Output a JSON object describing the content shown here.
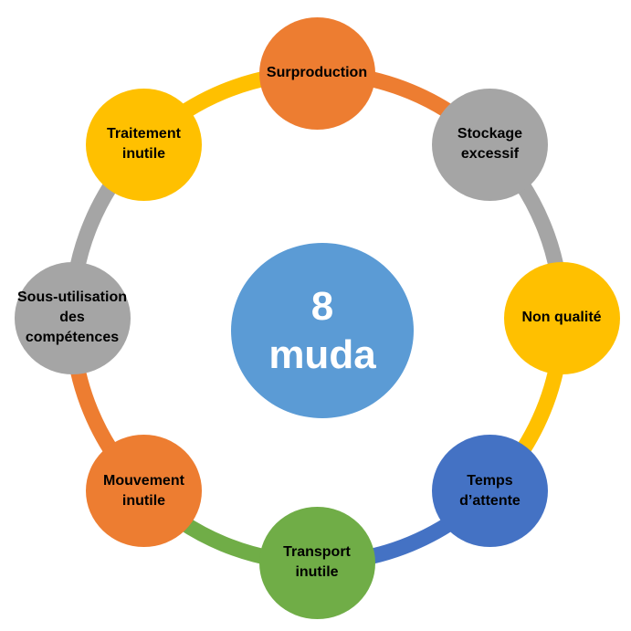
{
  "diagram": {
    "title": "8 muda cycle diagram",
    "background": "#FFFFFF",
    "label_text_color": "#000000",
    "center": {
      "line1": "8",
      "line2": "muda",
      "fill": "#5B9BD5",
      "text_color": "#FFFFFF"
    },
    "nodes": [
      {
        "name": "surproduction",
        "label": "Surproduction",
        "fill": "#ED7D31"
      },
      {
        "name": "stockage-excessif",
        "label": "Stockage\nexcessif",
        "fill": "#A5A5A5"
      },
      {
        "name": "non-qualite",
        "label": "Non qualité",
        "fill": "#FFC000"
      },
      {
        "name": "temps-d-attente",
        "label": "Temps\nd’attente",
        "fill": "#4472C4"
      },
      {
        "name": "transport-inutile",
        "label": "Transport\ninutile",
        "fill": "#70AD47"
      },
      {
        "name": "mouvement-inutile",
        "label": "Mouvement\ninutile",
        "fill": "#ED7D31"
      },
      {
        "name": "sous-utilisation-des-competences",
        "label": "Sous-utilisation\ndes\ncompétences",
        "fill": "#A5A5A5"
      },
      {
        "name": "traitement-inutile",
        "label": "Traitement\ninutile",
        "fill": "#FFC000"
      }
    ],
    "connector_rule": "each 45° arc segment takes the color of the preceding node clockwise"
  }
}
